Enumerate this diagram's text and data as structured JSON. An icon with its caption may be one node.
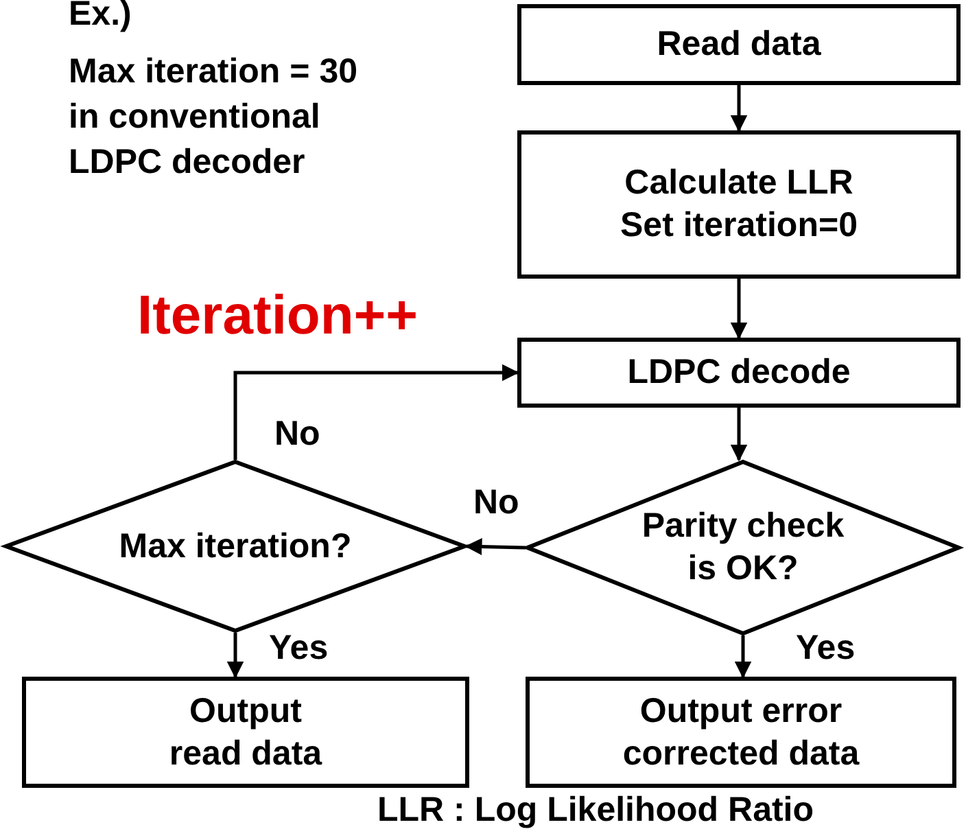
{
  "diagram": {
    "nodes": [
      {
        "text": [
          "Read data"
        ]
      },
      {
        "text": [
          "Calculate LLR Set iteration=0"
        ]
      },
      {
        "text": [
          "LDPC decode"
        ]
      },
      {
        "text": [
          "Parity check is OK?"
        ]
      },
      {
        "text": [
          "Max iteration?"
        ]
      },
      {
        "text": [
          "Output read data"
        ]
      },
      {
        "text": [
          "Output error corrected data"
        ]
      }
    ],
    "edges": [
      {
        "from": 0,
        "to": 1,
        "arrow": "to"
      },
      {
        "from": 1,
        "to": 2,
        "arrow": "to"
      },
      {
        "from": 2,
        "to": 3,
        "arrow": "to"
      },
      {
        "from": 3,
        "to": 4,
        "arrow": "to",
        "label": "No"
      },
      {
        "from": 4,
        "to": 2,
        "arrow": "to",
        "label": "No"
      },
      {
        "from": 4,
        "to": 5,
        "arrow": "to",
        "label": "Yes"
      },
      {
        "from": 3,
        "to": 6,
        "arrow": "to",
        "label": "Yes"
      }
    ],
    "labels": [
      "Ex.)",
      "Max iteration = 30 in conventional LDPC decoder",
      "Iteration++",
      "LLR : Log Likelihood Ratio"
    ]
  }
}
